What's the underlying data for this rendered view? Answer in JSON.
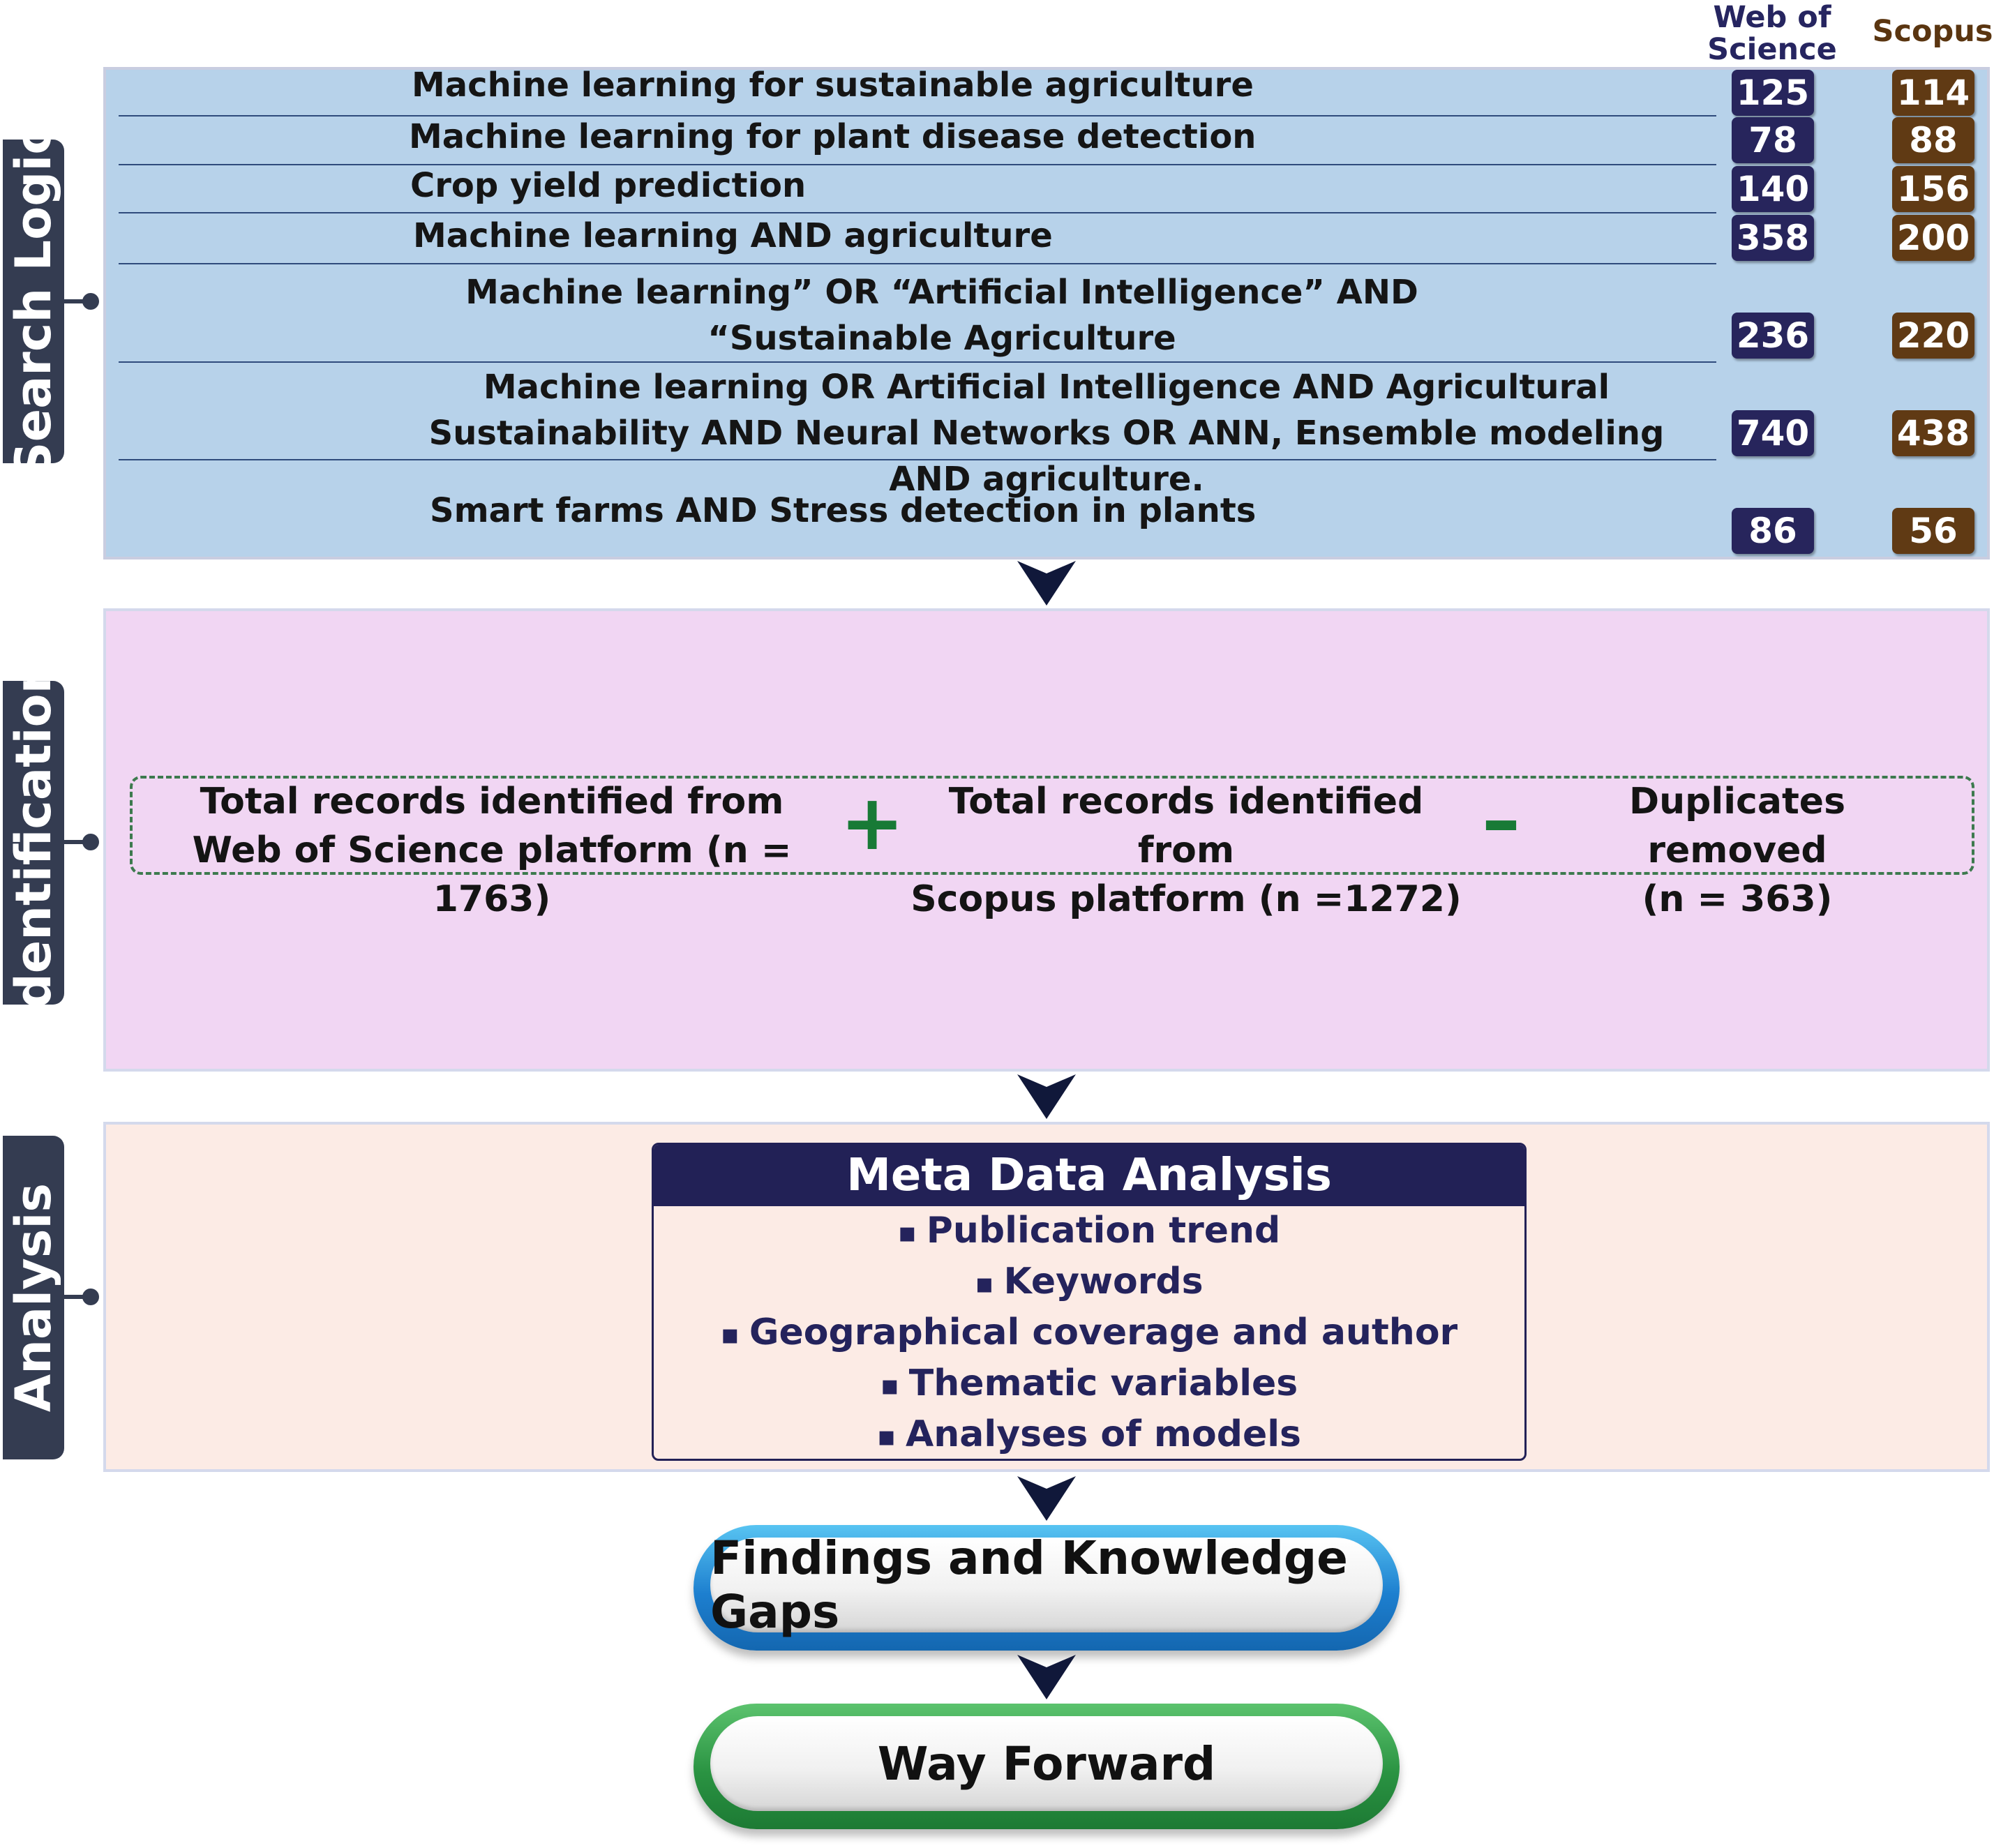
{
  "columns": {
    "wos_line1": "Web of",
    "wos_line2": "Science",
    "scopus": "Scopus"
  },
  "sections": {
    "search": "Search Logic",
    "identification": "Identification",
    "analysis": "Analysis"
  },
  "search_rows": [
    {
      "query": "Machine learning for sustainable agriculture",
      "wos": "125",
      "scopus": "114"
    },
    {
      "query": "Machine learning for plant disease detection",
      "wos": "78",
      "scopus": "88"
    },
    {
      "query": "Crop yield prediction",
      "wos": "140",
      "scopus": "156"
    },
    {
      "query": "Machine learning AND agriculture",
      "wos": "358",
      "scopus": "200"
    },
    {
      "query": "Machine learning” OR “Artificial Intelligence” AND “Sustainable Agriculture",
      "wos": "236",
      "scopus": "220"
    },
    {
      "query": "Machine learning OR Artificial Intelligence AND Agricultural Sustainability AND Neural Networks OR ANN, Ensemble modeling AND agriculture.",
      "wos": "740",
      "scopus": "438"
    },
    {
      "query": "Smart farms AND Stress detection in plants",
      "wos": "86",
      "scopus": "56"
    }
  ],
  "identification": {
    "wos_line1": "Total records identified from",
    "wos_line2": "Web of Science platform (n = 1763)",
    "scopus_line1": "Total records identified from",
    "scopus_line2": "Scopus platform (n =1272)",
    "dup_line1": "Duplicates removed",
    "dup_line2": "(n =  363)",
    "plus": "+",
    "minus": "–"
  },
  "analysis": {
    "title": "Meta Data Analysis",
    "items": [
      "Publication trend",
      "Keywords",
      "Geographical coverage and author",
      "Thematic variables",
      "Analyses of models"
    ]
  },
  "outcomes": {
    "findings": "Findings and Knowledge Gaps",
    "way_forward": "Way Forward"
  },
  "colors": {
    "wos": "#27255c",
    "scopus": "#603a14",
    "search_panel": "#b7d2ea",
    "identification_panel": "#f1d6f3",
    "analysis_panel": "#fcebe5",
    "findings_ring": "#2a8fd6",
    "way_forward_ring": "#2f9a46"
  }
}
